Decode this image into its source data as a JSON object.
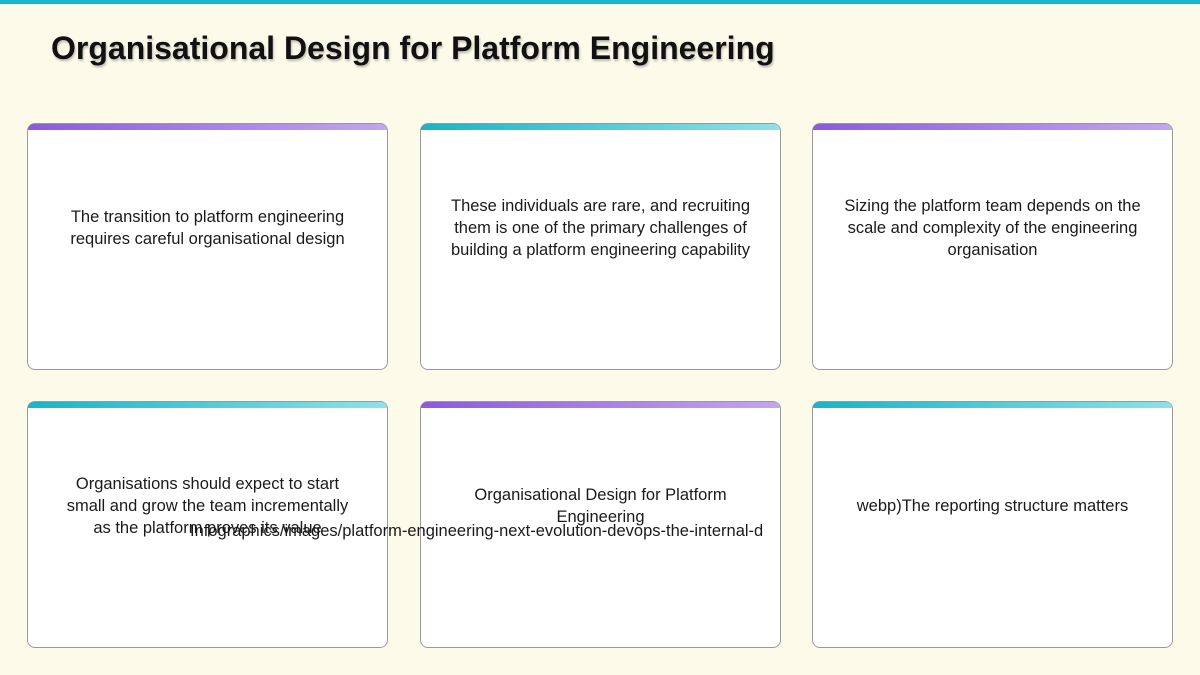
{
  "title": "Organisational Design for Platform Engineering",
  "colors": {
    "background": "#fcfbea",
    "top_rule": "#17b5cf",
    "accent_purple": "#8a5bdc",
    "accent_teal": "#19b3c9"
  },
  "cards": [
    {
      "accent": "purple",
      "text": "The transition to platform engineering requires careful organisational design"
    },
    {
      "accent": "teal",
      "text": "These individuals are rare, and recruiting them is one of the primary challenges of building a platform engineering capability"
    },
    {
      "accent": "purple",
      "text": "Sizing the platform team depends on the scale and complexity of the engineering organisation"
    },
    {
      "accent": "teal",
      "text": "Organisations should expect to start small and grow the team incrementally as the platform proves its value"
    },
    {
      "accent": "purple",
      "text": "Organisational Design for Platform Engineering"
    },
    {
      "accent": "teal",
      "text": "webp)The reporting structure matters"
    }
  ],
  "overflow_text": "Infographics/images/platform-engineering-next-evolution-devops-the-internal-d"
}
